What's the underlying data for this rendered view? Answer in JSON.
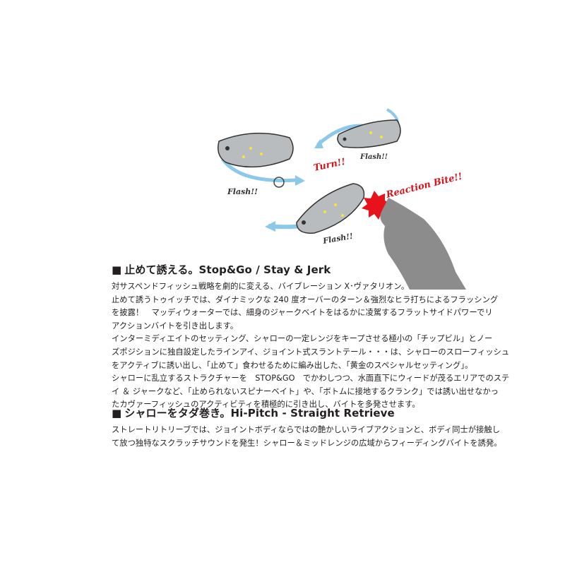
{
  "illustration": {
    "labels": {
      "turn": "Turn!!",
      "reaction_bite": "Reaction Bite!!",
      "flash_left": "Flash!!",
      "flash_top_right": "Flash!!",
      "flash_center": "Flash!!"
    },
    "colors": {
      "lure_body": "#b9bcbe",
      "arrow_blue": "#8cc8ea",
      "burst_red": "#e8121b",
      "flash_yellow": "#fbe43a",
      "fish_gray": "#8c8c8c",
      "label_red": "#d8121b"
    }
  },
  "section1": {
    "marker": "■",
    "heading": "止めて誘える。Stop&Go / Stay & Jerk",
    "lines": [
      "対サスペンドフィッシュ戦略を劇的に変える、バイブレーション X･ヴァタリオン。",
      "止めて誘うトゥイッチでは、ダイナミックな 240 度オーバーのターン＆強烈なヒラ打ちによるフラッシング",
      "を披露！　マッディウォーターでは、細身のジャークベイトをはるかに凌駕するフラットサイドパワーでリ",
      "アクションバイトを引き出します。",
      "インターミディエイトのセッティング、シャローの一定レンジをキープさせる極小の「チップビル」とノー",
      "ズポジションに独自設定したラインアイ、ジョイント式スラントテール・・・は、シャローのスローフィッシュ",
      "をアクティブに誘い出し、「止めて」食わせるために編み出した、「黄金のスペシャルセッティング」。",
      "シャローに乱立するストラクチャーを　STOP&GO　でかわしつつ、水面直下にウィードが茂るエリアでのステ",
      "イ ＆ ジャークなど、「止められないスピナーベイト」や、「ボトムに接地するクランク」では誘い出せなかっ",
      "たカヴァーフィッシュのアクティビティを積極的に引き出し、バイトを多発させます。"
    ]
  },
  "section2": {
    "marker": "■",
    "heading": "シャローをタダ巻き。Hi-Pitch - Straight Retrieve",
    "lines": [
      "ストレートリトリーブでは、ジョイントボディならではの艶かしいライブアクションと、ボディ同士が接触し",
      "て放つ独特なスクラッチサウンドを発生！シャロー＆ミッドレンジの広域からフィーディングバイトを誘発。"
    ]
  }
}
